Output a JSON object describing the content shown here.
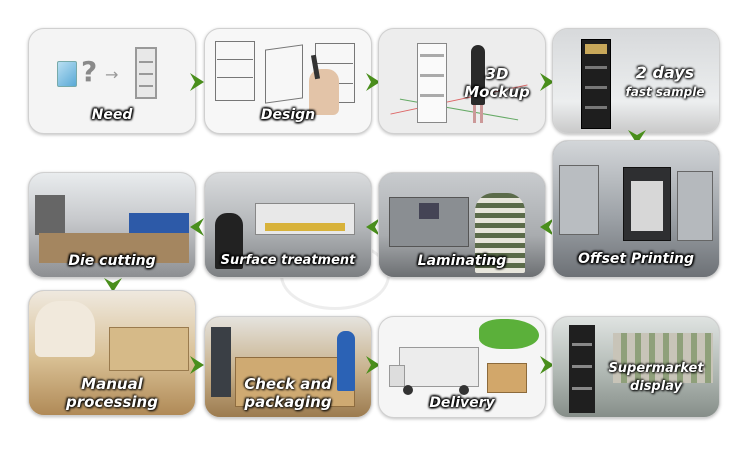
{
  "steps": {
    "need": "Need",
    "design": "Design",
    "mockup_1": "3D",
    "mockup_2": "Mockup",
    "sample_1": "2 days",
    "sample_2": "fast sample",
    "offset": "Offset Printing",
    "laminating": "Laminating",
    "surface": "Surface treatment",
    "die": "Die cutting",
    "manual_1": "Manual",
    "manual_2": "processing",
    "check_1": "Check and",
    "check_2": "packaging",
    "delivery": "Delivery",
    "super_1": "Supermarket",
    "super_2": "display"
  },
  "need_icons": {
    "question": "?",
    "arrow": "→"
  },
  "colors": {
    "arrow_green": "#4a8f1c",
    "label_text": "#ffffff"
  }
}
